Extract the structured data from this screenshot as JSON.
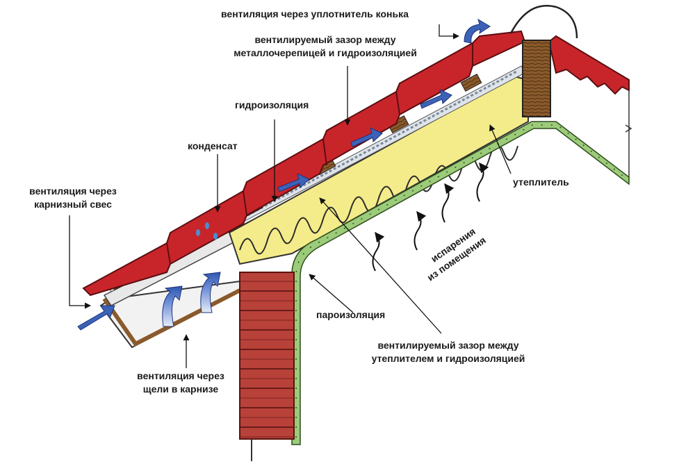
{
  "labels": {
    "ridge_vent": "вентиляция через уплотнитель конька",
    "gap_metal_line1": "вентилируемый зазор между",
    "gap_metal_line2": "металлочерепицей и гидроизоляцией",
    "waterproofing": "гидроизоляция",
    "condensate": "конденсат",
    "eave_vent_line1": "вентиляция через",
    "eave_vent_line2": "карнизный свес",
    "insulation": "утеплитель",
    "evaporation_line1": "испарения",
    "evaporation_line2": "из помещения",
    "vapor_barrier": "пароизоляция",
    "gap_insul_line1": "вентилируемый зазор между",
    "gap_insul_line2": "утеплителем и гидроизоляцией",
    "soffit_vent_line1": "вентиляция через",
    "soffit_vent_line2": "щели в карнизе"
  },
  "colors": {
    "roof_tile": "#c8252b",
    "insulation": "#f4ec8a",
    "wall_brick": "#b8413a",
    "timber": "#8a5a2b",
    "vapor_barrier": "#9ccb7a",
    "air_flow": "#3c62b8"
  }
}
